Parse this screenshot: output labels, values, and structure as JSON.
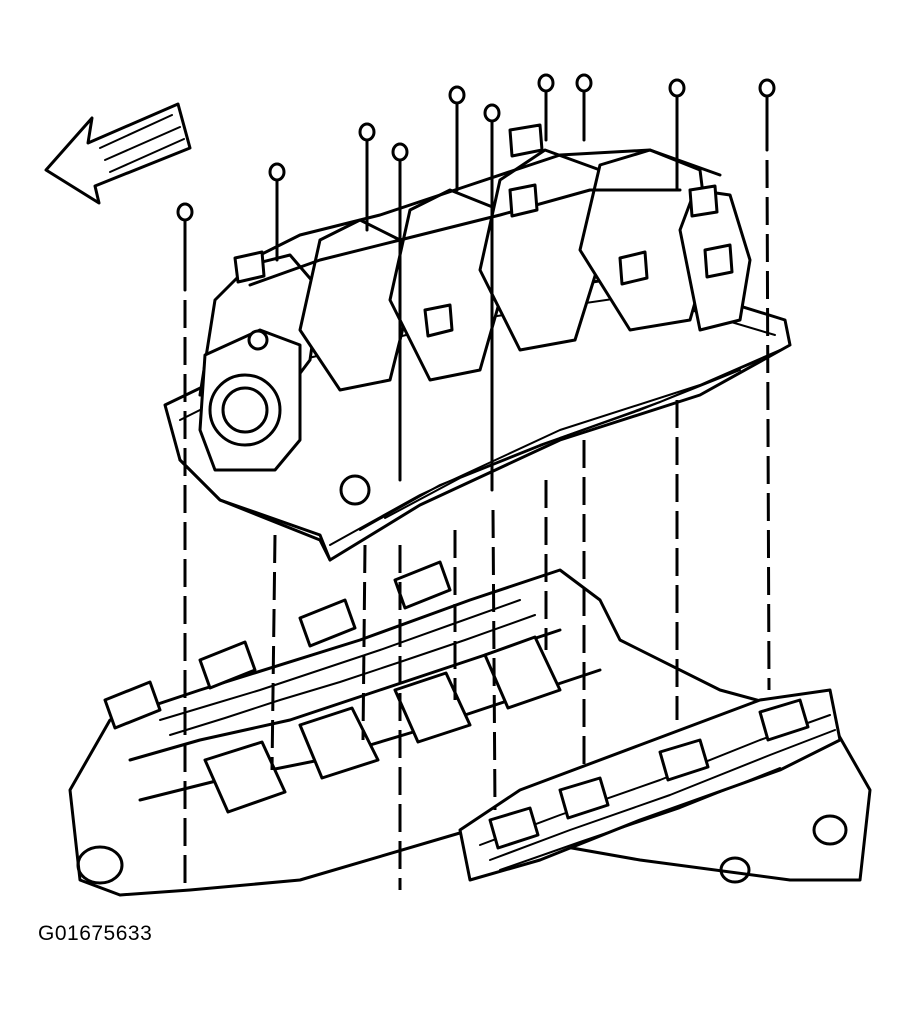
{
  "figure": {
    "id_label": "G01675633",
    "arrow_direction": "front-left",
    "bolt_count": 10
  },
  "colors": {
    "line": "#000000",
    "background": "#ffffff"
  }
}
